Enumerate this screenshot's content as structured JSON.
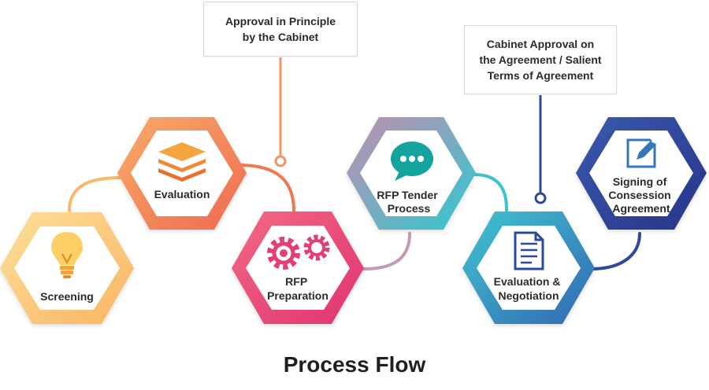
{
  "steps": [
    {
      "key": "screening",
      "lines": [
        "Screening"
      ],
      "icon": "lightbulb-icon"
    },
    {
      "key": "evaluation",
      "lines": [
        "Evaluation"
      ],
      "icon": "layers-icon"
    },
    {
      "key": "rfp-preparation",
      "lines": [
        "RFP",
        "Preparation"
      ],
      "icon": "gears-icon"
    },
    {
      "key": "rfp-tender-process",
      "lines": [
        "RFP Tender",
        "Process"
      ],
      "icon": "chat-bubble-icon"
    },
    {
      "key": "evaluation-negotiation",
      "lines": [
        "Evaluation &",
        "Negotiation"
      ],
      "icon": "document-icon"
    },
    {
      "key": "signing",
      "lines": [
        "Signing of",
        "Consession",
        "Agreement"
      ],
      "icon": "edit-icon"
    }
  ],
  "callouts": {
    "approval_principle": [
      "Approval in Principle",
      "by the Cabinet"
    ],
    "cabinet_approval": [
      "Cabinet Approval on",
      "the Agreement / Salient",
      "Terms of Agreement"
    ]
  },
  "title": "Process Flow",
  "colors": {
    "screening": "#fbc273",
    "evaluation": "#f58d5a",
    "rfp_preparation": "#ea4a7c",
    "rfp_tender": "#3ec8c9",
    "evaluation_negotiation": "#3b92c7",
    "signing": "#2e3f96",
    "callout_line_orange": "#f0955f",
    "callout_line_navy": "#2e4a95"
  }
}
